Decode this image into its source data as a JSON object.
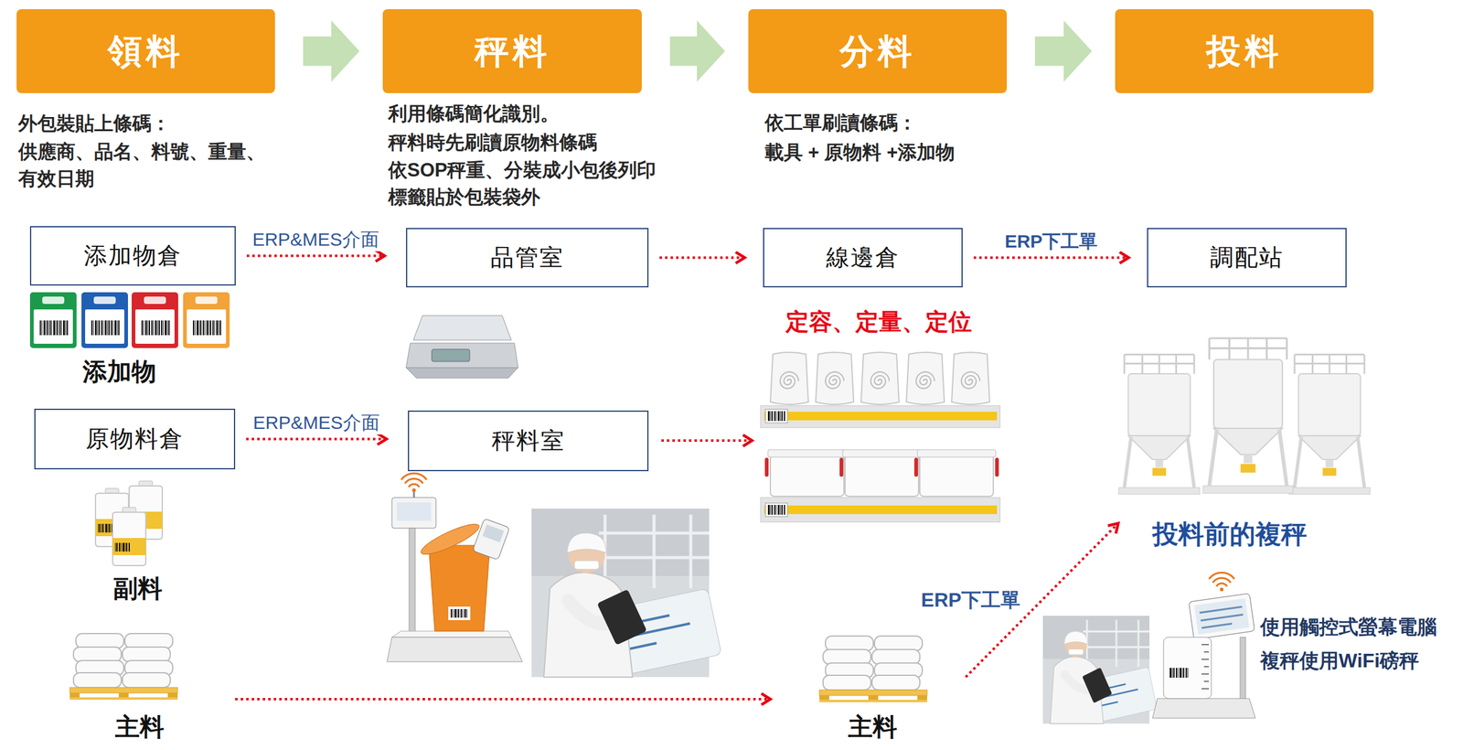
{
  "diagram": {
    "nodes": [
      {
        "text": [
          "領料"
        ]
      },
      {
        "text": [
          "秤料"
        ]
      },
      {
        "text": [
          "分料"
        ]
      },
      {
        "text": [
          "投料"
        ]
      },
      {
        "text": [
          "添加物倉"
        ]
      },
      {
        "text": [
          "品管室"
        ]
      },
      {
        "text": [
          "線邊倉"
        ]
      },
      {
        "text": [
          "調配站"
        ]
      },
      {
        "text": [
          "原物料倉"
        ]
      },
      {
        "text": [
          "秤料室"
        ]
      }
    ],
    "edges": [
      {
        "from": 0,
        "to": 1,
        "arrow": "to"
      },
      {
        "from": 1,
        "to": 2,
        "arrow": "to"
      },
      {
        "from": 2,
        "to": 3,
        "arrow": "to"
      },
      {
        "from": 4,
        "to": 5,
        "label": "ERP&MES介面",
        "arrow": "to"
      },
      {
        "from": 5,
        "to": 6,
        "arrow": "to"
      },
      {
        "from": 6,
        "to": 7,
        "label": "ERP下工單",
        "arrow": "to"
      },
      {
        "from": 8,
        "to": 9,
        "label": "ERP&MES介面",
        "arrow": "to"
      }
    ],
    "labels": [
      "外包裝貼上條碼：",
      "供應商、品名、料號、重量、",
      "有效日期",
      "利用條碼簡化識別。",
      "秤料時先刷讀原物料條碼",
      "依SOP秤重、分裝成小包後列印",
      "標籤貼於包裝袋外",
      "依工單刷讀條碼：",
      "載具 + 原物料 +添加物",
      "添加物",
      "定容、定量、定位",
      "副料",
      "投料前的複秤",
      "ERP下工單",
      "使用觸控式螢幕電腦",
      "複秤使用WiFi磅秤",
      "主料",
      "主料"
    ]
  }
}
